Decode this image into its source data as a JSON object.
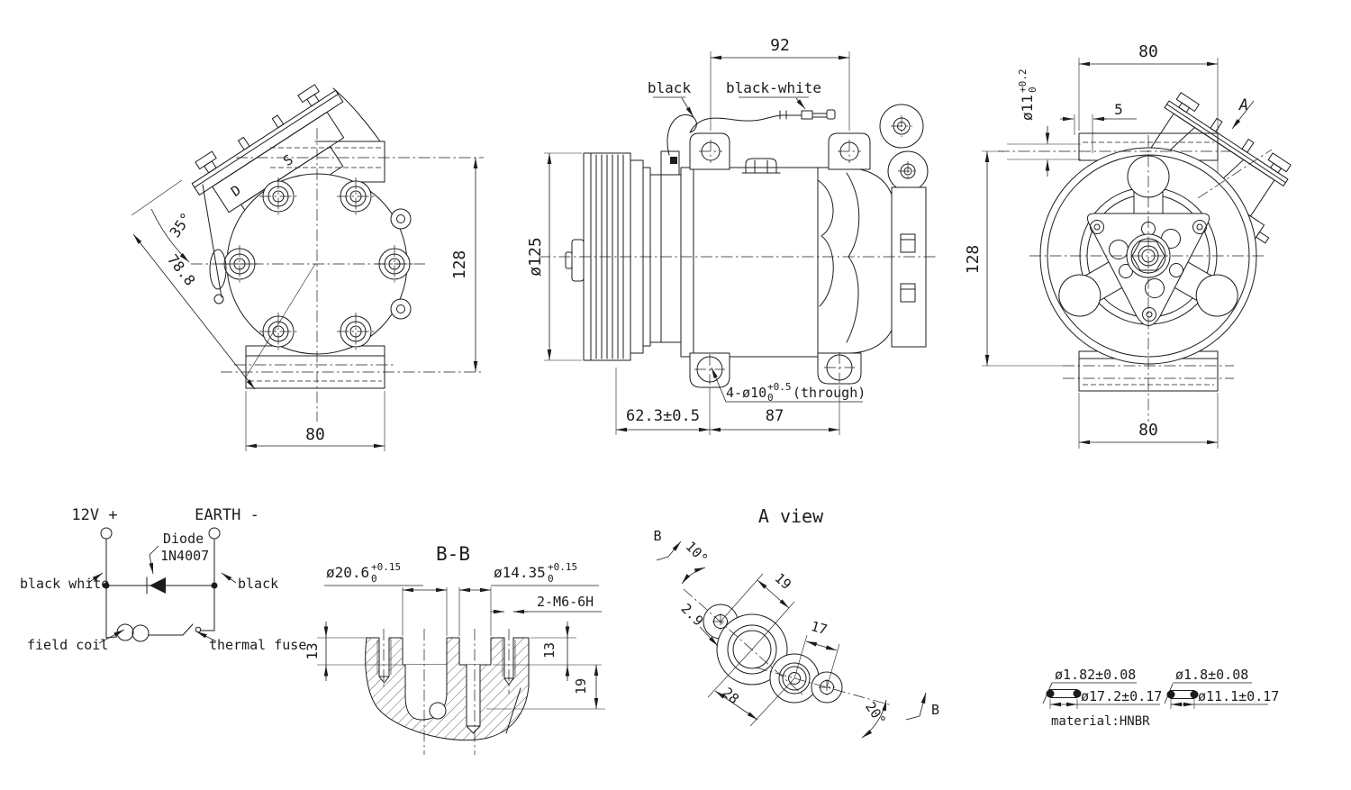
{
  "drawing": {
    "rear_view": {
      "angle_dim": "35°",
      "width_dim": "78.8",
      "height_dim": "128",
      "foot_dim": "80",
      "port_s": "S",
      "port_d": "D"
    },
    "side_view": {
      "top_dim": "92",
      "pulley_dim": "ø125",
      "label_black": "black",
      "label_black_white": "black-white",
      "holes_label": "4-ø10",
      "holes_tol_sup": "+0.5",
      "holes_tol_sub": "0",
      "holes_suffix": "(through)",
      "front_dim": "62.3±0.5",
      "rear_dim": "87"
    },
    "front_view": {
      "top_dim": "80",
      "shaft_label": "ø11",
      "shaft_tol_sup": "+0.2",
      "shaft_tol_sub": "0",
      "key_dim": "5",
      "height_dim": "128",
      "bottom_dim": "80",
      "view_arrow_label": "A"
    },
    "wiring": {
      "terminal_positive": "12V +",
      "terminal_negative": "EARTH -",
      "diode_line1": "Diode",
      "diode_line2": "1N4007",
      "wire_left": "black white",
      "wire_right": "black",
      "coil_label": "field coil",
      "fuse_label": "thermal fuse"
    },
    "section_bb": {
      "title": "B-B",
      "bore1_label": "ø20.6",
      "bore1_sup": "+0.15",
      "bore1_sub": "0",
      "bore2_label": "ø14.35",
      "bore2_sup": "+0.15",
      "bore2_sub": "0",
      "thread_label": "2-M6-6H",
      "depth_left": "13",
      "depth_right": "13",
      "depth_total": "19"
    },
    "view_a": {
      "title": "A view",
      "angle_top": "10°",
      "dim_pitch1": "19",
      "dim_pitch2": "17",
      "dim_offset": "2.9",
      "dim_span": "28",
      "angle_bottom": "20°",
      "marker_top": "B",
      "marker_bottom": "B"
    },
    "orings": {
      "o1_cs": "ø1.82±0.08",
      "o1_id": "ø17.2±0.17",
      "material": "material:HNBR",
      "o2_cs": "ø1.8±0.08",
      "o2_id": "ø11.1±0.17"
    }
  },
  "colors": {
    "line": "#1c1c1c",
    "background": "#ffffff"
  }
}
